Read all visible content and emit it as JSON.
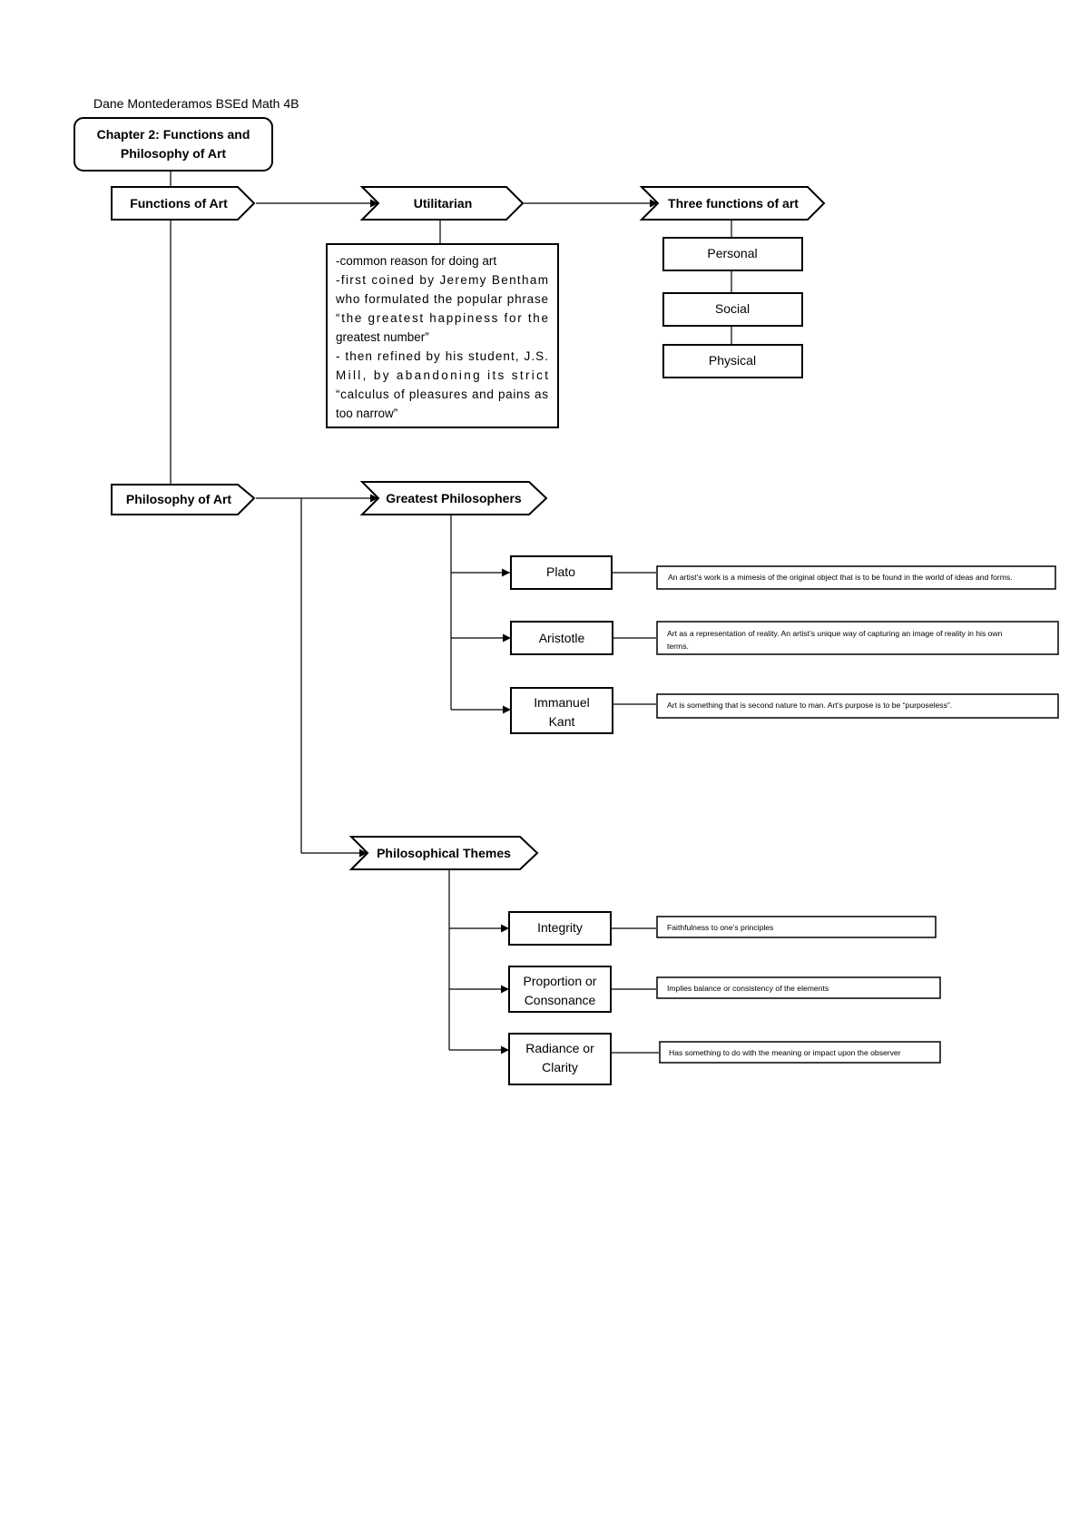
{
  "author": "Dane Montederamos BSEd Math 4B",
  "title": {
    "line1": "Chapter 2: Functions and",
    "line2": "Philosophy of Art"
  },
  "functions": {
    "label": "Functions of Art",
    "utilitarian": {
      "label": "Utilitarian",
      "description": [
        "-common reason for doing art",
        "-first coined by Jeremy Bentham",
        "who formulated the popular phrase",
        "“the greatest happiness for the",
        "greatest number”",
        "- then refined by his student, J.S.",
        "Mill, by abandoning its strict",
        "“calculus of pleasures and pains as",
        "too narrow”"
      ]
    },
    "three_functions": {
      "label": "Three functions of art",
      "items": [
        "Personal",
        "Social",
        "Physical"
      ]
    }
  },
  "philosophy": {
    "label": "Philosophy of Art",
    "philosophers": {
      "label": "Greatest Philosophers",
      "items": [
        {
          "name": [
            "Plato"
          ],
          "description": [
            "An artist’s work is a mimesis of the original object that is to be found in the world of ideas and forms."
          ]
        },
        {
          "name": [
            "Aristotle"
          ],
          "description": [
            "Art as a representation of reality. An artist’s unique way of capturing an image of reality in his own",
            "terms."
          ]
        },
        {
          "name": [
            "Immanuel",
            "Kant"
          ],
          "description": [
            "Art is something that is second nature to man. Art’s purpose is to be “purposeless”."
          ]
        }
      ]
    },
    "themes": {
      "label": "Philosophical Themes",
      "items": [
        {
          "name": [
            "Integrity"
          ],
          "description": [
            "Faithfulness to one’s principles"
          ]
        },
        {
          "name": [
            "Proportion or",
            "Consonance"
          ],
          "description": [
            "Implies balance or consistency of the elements"
          ]
        },
        {
          "name": [
            "Radiance or",
            "Clarity"
          ],
          "description": [
            "Has something to do with the meaning or impact upon the observer"
          ]
        }
      ]
    }
  }
}
